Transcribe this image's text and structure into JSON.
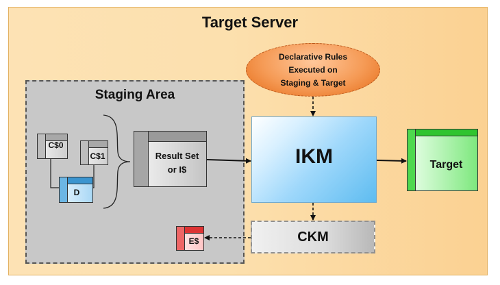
{
  "diagram": {
    "server_title": "Target Server",
    "staging_title": "Staging Area",
    "rules_lines": [
      "Declarative Rules",
      "Executed on",
      "Staging & Target"
    ],
    "ikm_label": "IKM",
    "ckm_label": "CKM",
    "tables": {
      "c0": "C$0",
      "c1": "C$1",
      "d": "D",
      "result_line1": "Result Set",
      "result_line2": "or I$",
      "errors": "E$",
      "target": "Target"
    }
  },
  "colors": {
    "server_bg": "#fcdba6",
    "staging_bg": "#c8c8c8",
    "rules_oval": "#f08a3c",
    "ikm_fill": "#7ecbf5",
    "ckm_fill": "#d0d0d0",
    "staging_table": "#bdbdbd",
    "d_table": "#3b95d0",
    "error_table": "#dd3333",
    "target_table": "#2fc42f"
  }
}
